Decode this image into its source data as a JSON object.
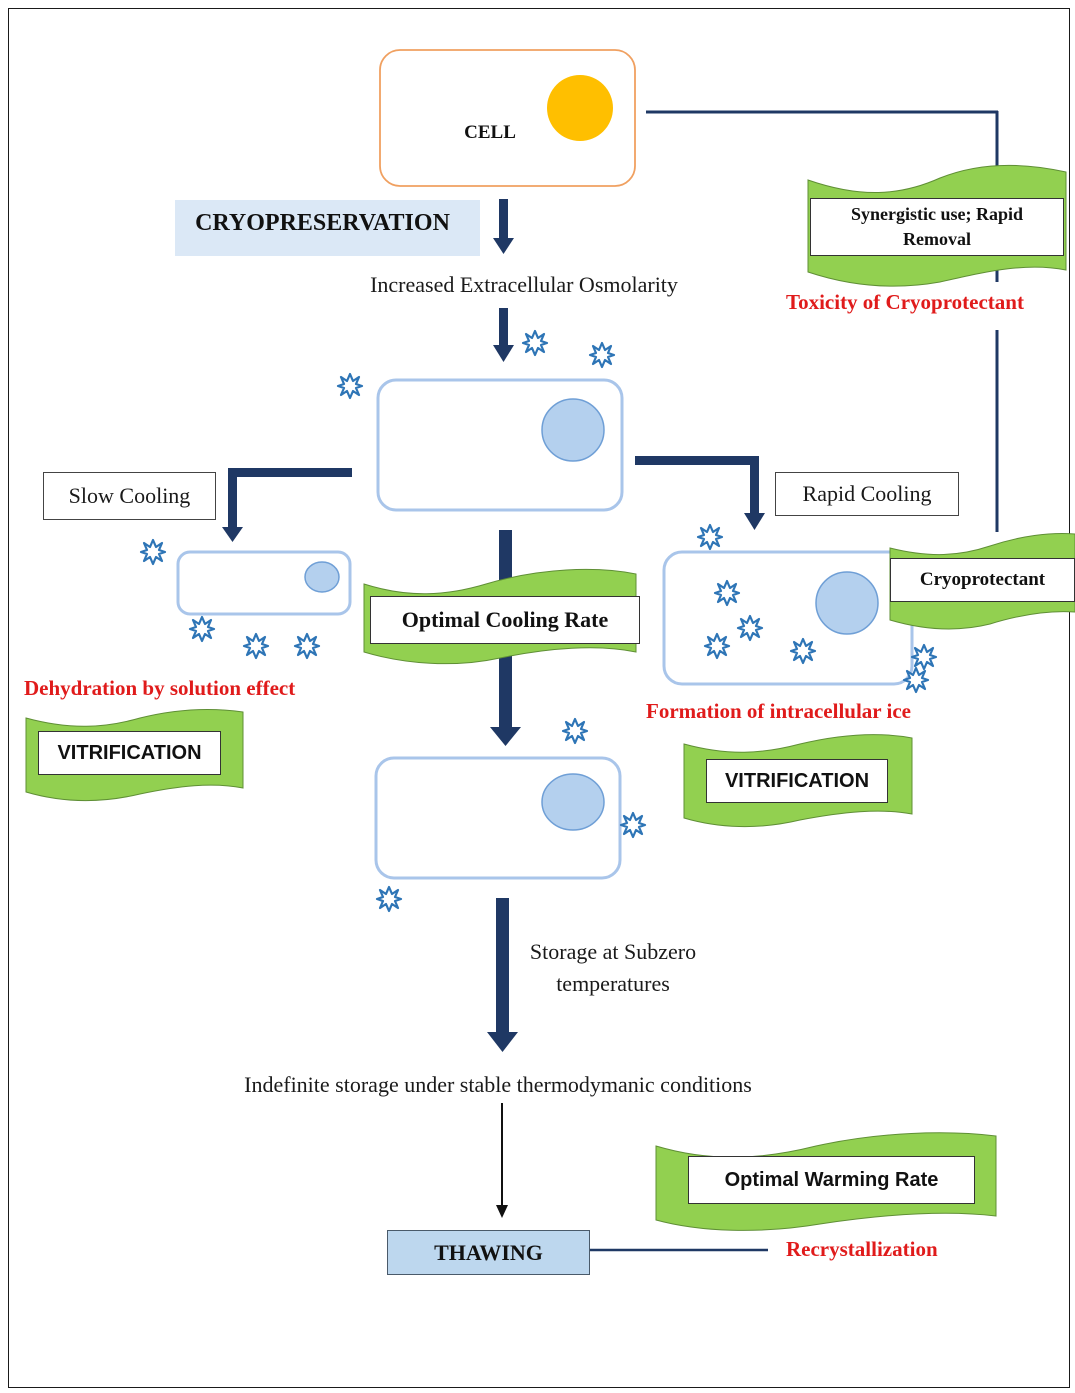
{
  "cell_label": "CELL",
  "cryopreservation_label": "CRYOPRESERVATION",
  "osmolarity_label": "Increased Extracellular Osmolarity",
  "slow_cooling_label": "Slow Cooling",
  "rapid_cooling_label": "Rapid Cooling",
  "optimal_cooling_label": "Optimal Cooling Rate",
  "dehydration_label": "Dehydration by solution effect",
  "intracellular_ice_label": "Formation of intracellular ice",
  "vitrification_left_label": "VITRIFICATION",
  "vitrification_right_label": "VITRIFICATION",
  "synergistic_label": "Synergistic use; Rapid Removal",
  "toxicity_label": "Toxicity of Cryoprotectant",
  "cryoprotectant_label": "Cryoprotectant",
  "storage_label": "Storage at Subzero temperatures",
  "indefinite_label": "Indefinite storage under stable thermodymanic conditions",
  "optimal_warming_label": "Optimal Warming Rate",
  "thawing_label": "THAWING",
  "recrystallization_label": "Recrystallization",
  "colors": {
    "cell_outline": "#f0a060",
    "nucleus_yellow": "#ffbf00",
    "cell_blue_outline": "#a9c5ea",
    "nucleus_blue": "#b4d0ee",
    "ice_blue": "#2e75b6",
    "arrow_navy": "#1f3864",
    "banner_green": "#92d050",
    "highlight_blue": "#dbe8f6",
    "thawing_fill": "#bdd7ee",
    "red_text": "#e01b1b"
  }
}
